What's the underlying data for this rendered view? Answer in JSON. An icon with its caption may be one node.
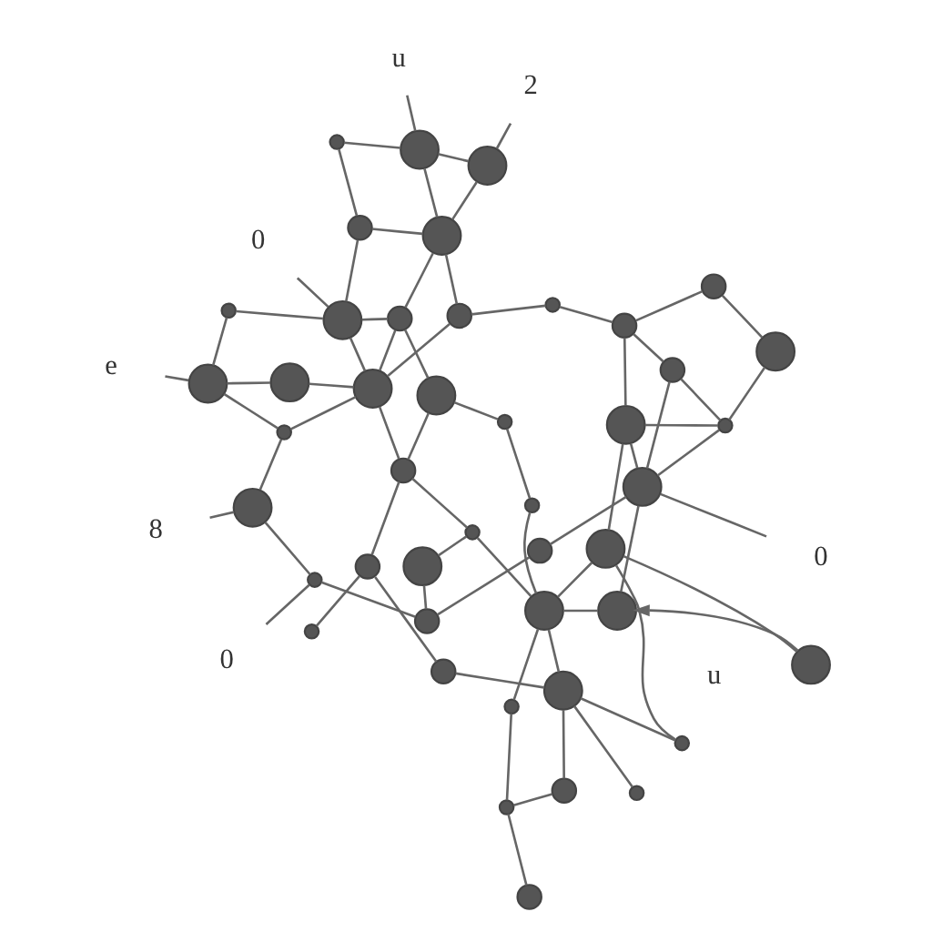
{
  "diagram": {
    "nodes": [
      {
        "text": [
          "8"
        ]
      },
      {
        "text": [
          "0"
        ]
      },
      {
        "text": [
          "e"
        ]
      },
      {
        "text": [],
        "shape": "circle"
      },
      {
        "text": [],
        "shape": "circle"
      },
      {
        "text": [],
        "shape": "circle"
      },
      {
        "text": [],
        "shape": "circle"
      },
      {
        "text": [],
        "shape": "circle"
      },
      {
        "text": [],
        "shape": "circle"
      },
      {
        "text": [],
        "shape": "circle"
      },
      {
        "text": [],
        "shape": "circle"
      },
      {
        "text": [],
        "shape": "circle"
      },
      {
        "text": [],
        "shape": "circle"
      },
      {
        "text": [],
        "shape": "circle"
      },
      {
        "text": [],
        "shape": "circle"
      },
      {
        "text": [],
        "shape": "circle"
      },
      {
        "text": [],
        "shape": "circle"
      },
      {
        "text": [],
        "shape": "circle"
      },
      {
        "text": [],
        "shape": "circle"
      },
      {
        "text": [],
        "shape": "circle"
      },
      {
        "text": [],
        "shape": "circle"
      },
      {
        "text": [],
        "shape": "circle"
      },
      {
        "text": [],
        "shape": "circle"
      },
      {
        "text": [
          "0"
        ]
      },
      {
        "text": [],
        "shape": "circle"
      },
      {
        "text": [],
        "shape": "circle"
      },
      {
        "text": [],
        "shape": "circle"
      },
      {
        "text": [],
        "shape": "circle"
      },
      {
        "text": [],
        "shape": "circle"
      },
      {
        "text": [],
        "shape": "circle"
      },
      {
        "text": [],
        "shape": "circle"
      },
      {
        "text": [],
        "shape": "circle"
      },
      {
        "text": [],
        "shape": "circle"
      },
      {
        "text": [],
        "shape": "circle"
      },
      {
        "text": [],
        "shape": "circle"
      },
      {
        "text": [],
        "shape": "circle"
      },
      {
        "text": [],
        "shape": "circle",
        "beside": [
          "u"
        ]
      },
      {
        "text": [],
        "shape": "circle"
      },
      {
        "text": [],
        "shape": "circle"
      },
      {
        "text": [
          "u"
        ]
      },
      {
        "text": [],
        "shape": "circle"
      },
      {
        "text": [],
        "shape": "circle"
      },
      {
        "text": [],
        "shape": "circle"
      },
      {
        "text": [],
        "shape": "circle"
      },
      {
        "text": [],
        "shape": "circle"
      },
      {
        "text": [],
        "shape": "circle"
      },
      {
        "text": [],
        "shape": "circle"
      },
      {
        "text": [],
        "shape": "circle"
      },
      {
        "text": [],
        "shape": "circle"
      },
      {
        "text": [
          "0"
        ]
      },
      {
        "text": [],
        "shape": "circle"
      },
      {
        "text": [
          "2"
        ]
      }
    ],
    "edges": [
      {
        "from": 0,
        "to": 3,
        "arrow": "none"
      },
      {
        "from": 1,
        "to": 6,
        "arrow": "none"
      },
      {
        "from": 2,
        "to": 4,
        "arrow": "none"
      },
      {
        "from": 23,
        "to": 24,
        "arrow": "none"
      },
      {
        "from": 39,
        "to": 42,
        "arrow": "none"
      },
      {
        "from": 51,
        "to": 45,
        "arrow": "none"
      },
      {
        "from": 49,
        "to": 43,
        "arrow": "none"
      },
      {
        "from": 4,
        "to": 5,
        "arrow": "none"
      },
      {
        "from": 4,
        "to": 9,
        "arrow": "none"
      },
      {
        "from": 4,
        "to": 14,
        "arrow": "none"
      },
      {
        "from": 14,
        "to": 24,
        "arrow": "none"
      },
      {
        "from": 24,
        "to": 33,
        "arrow": "none"
      },
      {
        "from": 33,
        "to": 40,
        "arrow": "none"
      },
      {
        "from": 40,
        "to": 42,
        "arrow": "none"
      },
      {
        "from": 42,
        "to": 45,
        "arrow": "none"
      },
      {
        "from": 9,
        "to": 17,
        "arrow": "none"
      },
      {
        "from": 5,
        "to": 17,
        "arrow": "none"
      },
      {
        "from": 5,
        "to": 3,
        "arrow": "none"
      },
      {
        "from": 3,
        "to": 6,
        "arrow": "none"
      },
      {
        "from": 6,
        "to": 8,
        "arrow": "none"
      },
      {
        "from": 8,
        "to": 16,
        "arrow": "none"
      },
      {
        "from": 8,
        "to": 25,
        "arrow": "none"
      },
      {
        "from": 7,
        "to": 10,
        "arrow": "none"
      },
      {
        "from": 10,
        "to": 11,
        "arrow": "none"
      },
      {
        "from": 10,
        "to": 15,
        "arrow": "none"
      },
      {
        "from": 11,
        "to": 30,
        "arrow": "none"
      },
      {
        "from": 16,
        "to": 21,
        "arrow": "none"
      },
      {
        "from": 21,
        "to": 30,
        "arrow": "none"
      },
      {
        "from": 15,
        "to": 19,
        "arrow": "none"
      },
      {
        "from": 12,
        "to": 18,
        "arrow": "none"
      },
      {
        "from": 12,
        "to": 22,
        "arrow": "none"
      },
      {
        "from": 12,
        "to": 20,
        "arrow": "none"
      },
      {
        "from": 13,
        "to": 19,
        "arrow": "none"
      },
      {
        "from": 18,
        "to": 21,
        "arrow": "none"
      },
      {
        "from": 19,
        "to": 22,
        "arrow": "none"
      },
      {
        "from": 19,
        "to": 30,
        "arrow": "none"
      },
      {
        "from": 19,
        "to": 32,
        "arrow": "none"
      },
      {
        "from": 18,
        "to": 28,
        "arrow": "none"
      },
      {
        "from": 17,
        "to": 27,
        "arrow": "none"
      },
      {
        "from": 17,
        "to": 31,
        "arrow": "none"
      },
      {
        "from": 24,
        "to": 17,
        "arrow": "none"
      },
      {
        "from": 24,
        "to": 27,
        "arrow": "none"
      },
      {
        "from": 27,
        "to": 28,
        "arrow": "none"
      },
      {
        "from": 28,
        "to": 29,
        "arrow": "none"
      },
      {
        "from": 29,
        "to": 26,
        "arrow": "none"
      },
      {
        "from": 26,
        "to": 30,
        "arrow": "none"
      },
      {
        "from": 31,
        "to": 41,
        "arrow": "none"
      },
      {
        "from": 31,
        "to": 37,
        "arrow": "none"
      },
      {
        "from": 37,
        "to": 44,
        "arrow": "none"
      },
      {
        "from": 32,
        "to": 34,
        "arrow": "none"
      },
      {
        "from": 34,
        "to": 35,
        "arrow": "none"
      },
      {
        "from": 35,
        "to": 36,
        "arrow": "to"
      },
      {
        "from": 34,
        "to": 38,
        "arrow": "none"
      },
      {
        "from": 34,
        "to": 30,
        "arrow": "none"
      },
      {
        "from": 30,
        "to": 36,
        "arrow": "none"
      },
      {
        "from": 38,
        "to": 44,
        "arrow": "none"
      },
      {
        "from": 38,
        "to": 43,
        "arrow": "none"
      },
      {
        "from": 38,
        "to": 48,
        "arrow": "none"
      },
      {
        "from": 36,
        "to": 43,
        "arrow": "none"
      },
      {
        "from": 25,
        "to": 43,
        "arrow": "none"
      },
      {
        "from": 48,
        "to": 47,
        "arrow": "none"
      },
      {
        "from": 48,
        "to": 50,
        "arrow": "none"
      },
      {
        "from": 44,
        "to": 50,
        "arrow": "none"
      },
      {
        "from": 46,
        "to": 47,
        "arrow": "none"
      },
      {
        "from": 50,
        "to": 43,
        "arrow": "none"
      },
      {
        "from": 48,
        "to": 43,
        "arrow": "none"
      },
      {
        "from": 33,
        "to": 41,
        "arrow": "none"
      },
      {
        "from": 42,
        "to": 41,
        "arrow": "none"
      },
      {
        "from": 41,
        "to": 45,
        "arrow": "none"
      },
      {
        "from": 41,
        "to": 27,
        "arrow": "none"
      },
      {
        "from": 44,
        "to": 46,
        "arrow": "none"
      },
      {
        "from": 17,
        "to": 18,
        "arrow": "none"
      }
    ]
  }
}
